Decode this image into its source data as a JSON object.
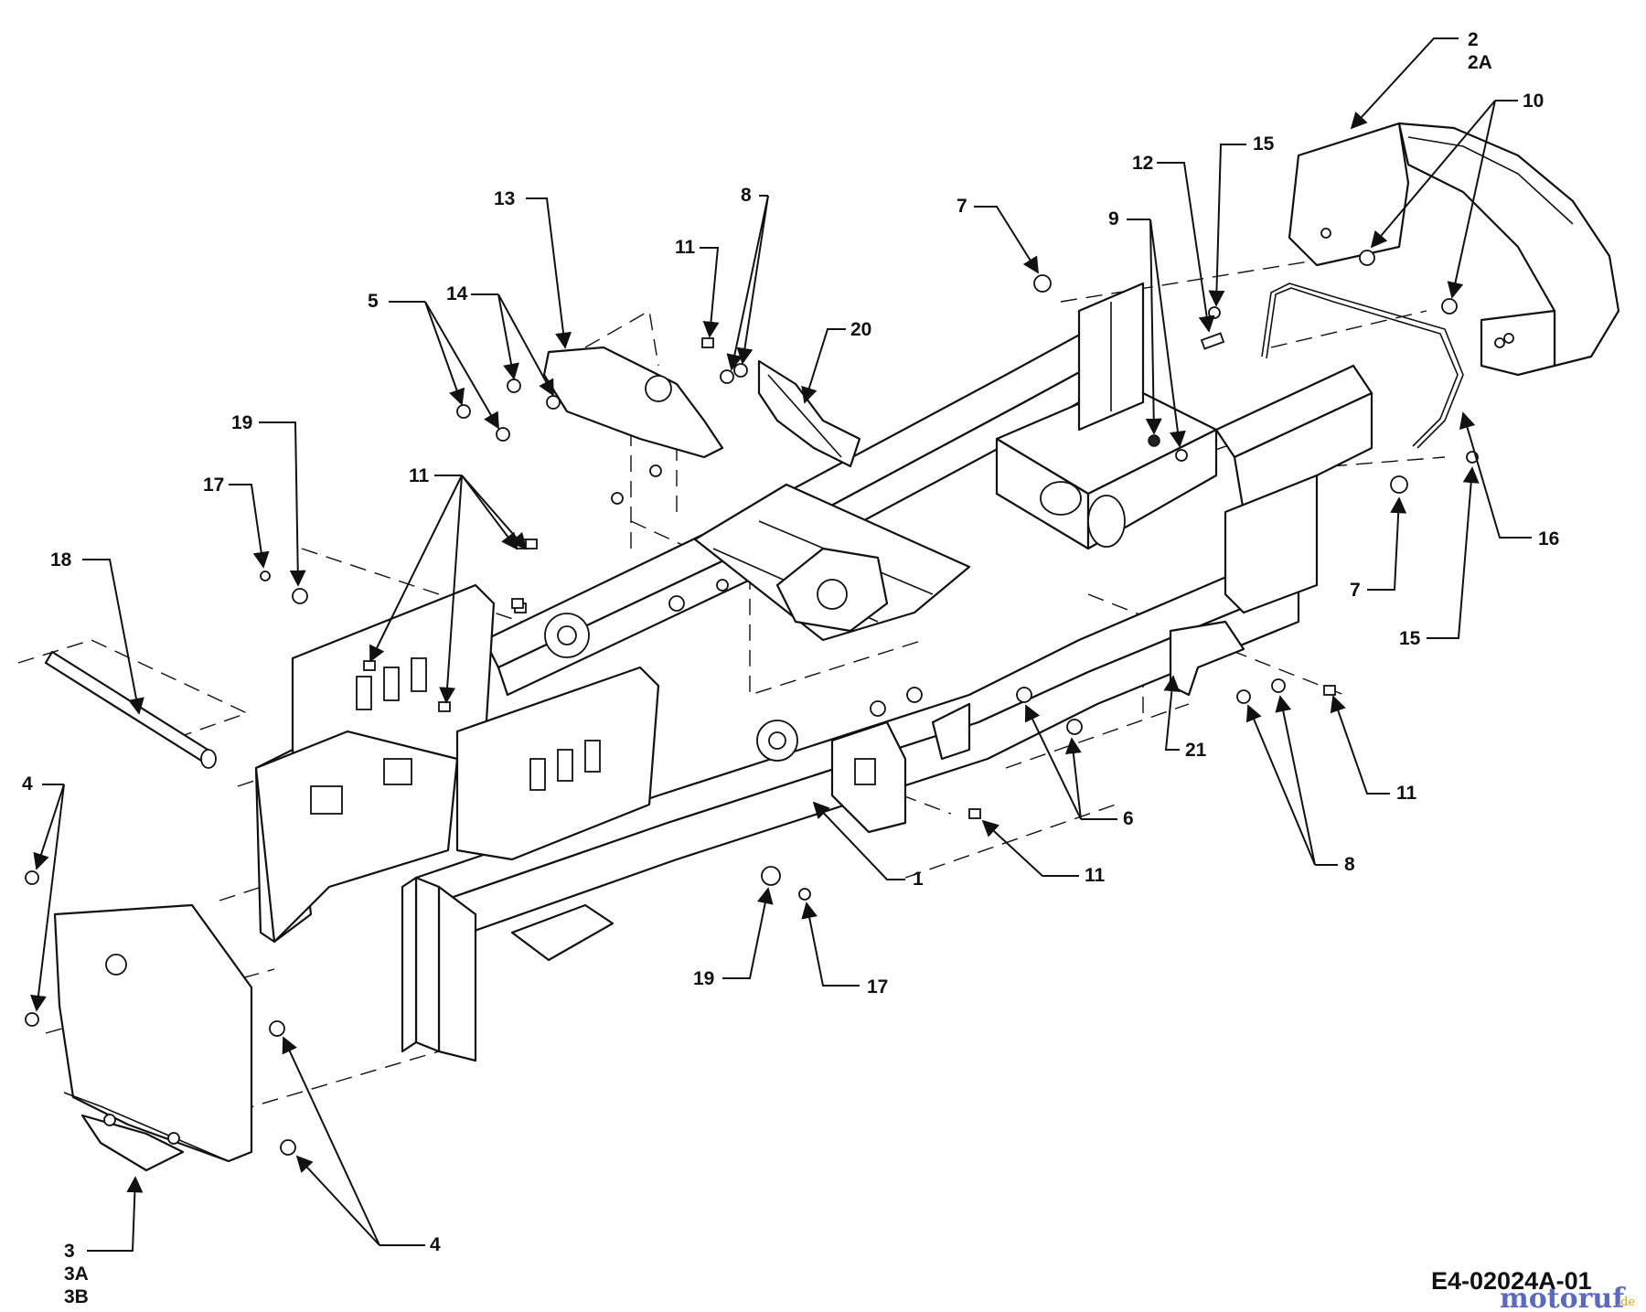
{
  "diagram": {
    "drawing_code": "E4-02024A-01",
    "watermark": {
      "brand": "motoruf",
      "tld": ".de",
      "colors": {
        "primary": "#5b6abf",
        "accent": "#e0a020"
      }
    },
    "callouts": {
      "c1": "1",
      "c2": "2",
      "c2a": "2A",
      "c3": "3",
      "c3a": "3A",
      "c3b": "3B",
      "c4_upper": "4",
      "c4_lower": "4",
      "c5": "5",
      "c6": "6",
      "c7_top": "7",
      "c7_right": "7",
      "c8_top": "8",
      "c8_bottom": "8",
      "c9": "9",
      "c10": "10",
      "c11_top": "11",
      "c11_left": "11",
      "c11_center": "11",
      "c11_right": "11",
      "c12": "12",
      "c13": "13",
      "c14": "14",
      "c15_top": "15",
      "c15_bottom": "15",
      "c16": "16",
      "c17_left": "17",
      "c17_bottom": "17",
      "c18": "18",
      "c19_left": "19",
      "c19_bottom": "19",
      "c20": "20",
      "c21": "21"
    }
  }
}
